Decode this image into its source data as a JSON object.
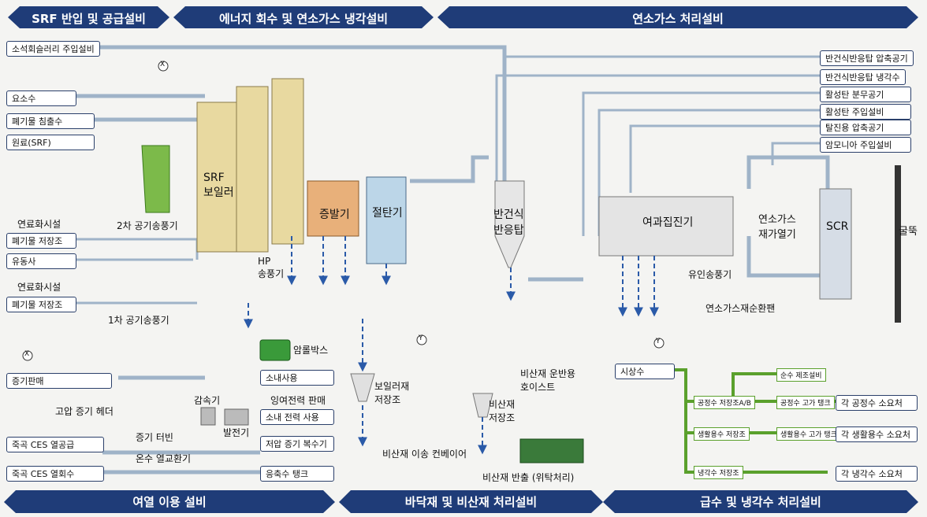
{
  "banners": {
    "top": [
      "SRF 반입 및 공급설비",
      "에너지 회수 및 연소가스 냉각설비",
      "연소가스 처리설비"
    ],
    "bottom": [
      "여열 이용 설비",
      "바닥재 및 비산재 처리설비",
      "급수 및 냉각수 처리설비"
    ]
  },
  "inputs_left": [
    "소석회슬러리 주입설비",
    "요소수",
    "폐기물 침출수",
    "원료(SRF)",
    "폐기물 저장조",
    "유동사",
    "폐기물 저장조"
  ],
  "left_labels": [
    "연료화시설",
    "연료화시설",
    "2차 공기송풍기",
    "1차 공기송풍기"
  ],
  "inputs_right": [
    "반건식반응탑 압축공기",
    "반건식반응탑 냉각수",
    "활성탄 분무공기",
    "활성탄 주입설비",
    "탈진용 압축공기",
    "암모니아 주입설비"
  ],
  "equipment": {
    "boiler": "SRF\n보일러",
    "evaporator": "증발기",
    "economizer": "절탄기",
    "reactor": "반건식\n반응탑",
    "bag_filter": "여과집진기",
    "reheater": "연소가스\n재가열기",
    "scr": "SCR",
    "stack": "굴뚝",
    "hp_fan": "HP\n송풍기",
    "id_fan": "유인송풍기",
    "recirc_fan": "연소가스재순환팬",
    "ammoniaroll": "암롤박스"
  },
  "heat": {
    "steam_sale": "증기판매",
    "header": "고압 증기 헤더",
    "reducer": "감속기",
    "generator": "발전기",
    "turbine": "증기 터빈",
    "exchanger": "온수 열교환기",
    "ces_supply": "죽곡 CES 열공급",
    "ces_return": "죽곡 CES 열회수",
    "own_use": "소내사용",
    "surplus": "잉여전력 판매",
    "own_power": "소내 전력 사용",
    "condenser": "저압 증기 복수기",
    "condensate_tank": "응축수 탱크"
  },
  "ash": {
    "boiler_ash": "보일러재\n저장조",
    "conveyor": "비산재 이송 컨베이어",
    "fly_ash_tank": "비산재\n저장조",
    "hoist": "비산재 운반용\n호이스트",
    "export": "비산재 반출 (위탁처리)"
  },
  "water": {
    "source": "시상수",
    "pure": "순수 제조설비",
    "process_tank": "공정수 저장조A/B",
    "process_high": "공정수 고가 탱크",
    "process_use": "각 공정수 소요처",
    "living_tank": "생활용수 저장조",
    "living_high": "생활용수 고가 탱크",
    "living_use": "각 생활용수 소요처",
    "cooling_tank": "냉각수 저장조",
    "cooling_use": "각 냉각수 소요처"
  },
  "markers": [
    "X",
    "X",
    "Y",
    "Y"
  ],
  "colors": {
    "banner": "#1f3c78",
    "pipe": "#b8c8d8",
    "boiler": "#e8d9a0",
    "green": "#5aa02c",
    "arrow": "#2a5aa8"
  }
}
